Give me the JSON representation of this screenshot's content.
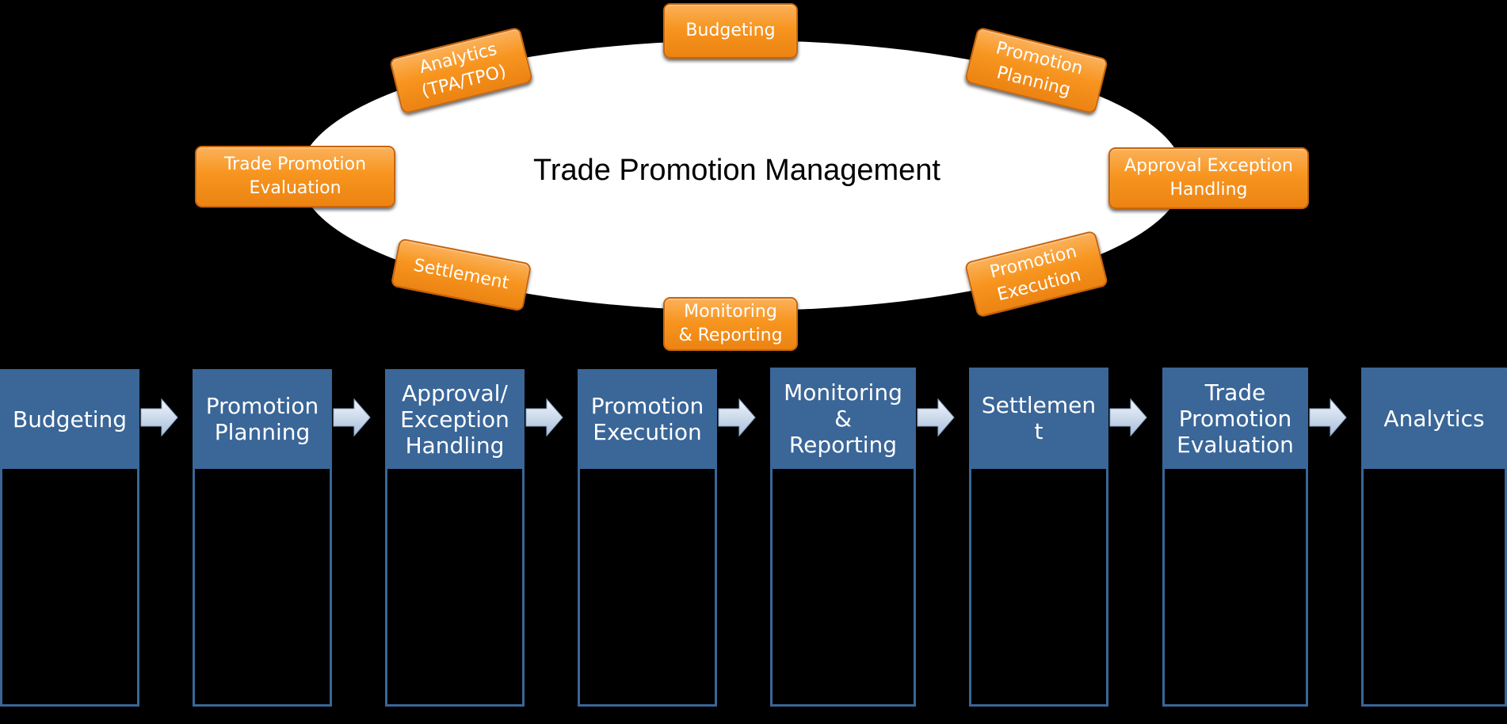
{
  "hub": {
    "title": "Trade Promotion Management"
  },
  "cycle": {
    "budgeting": [
      "Budgeting"
    ],
    "promotion_planning": [
      "Promotion",
      "Planning"
    ],
    "approval": [
      "Approval Exception",
      "Handling"
    ],
    "promotion_execution": [
      "Promotion",
      "Execution"
    ],
    "monitoring": [
      "Monitoring",
      "& Reporting"
    ],
    "settlement": [
      "Settlement"
    ],
    "evaluation": [
      "Trade Promotion",
      "Evaluation"
    ],
    "analytics": [
      "Analytics",
      "(TPA/TPO)"
    ]
  },
  "steps": [
    [
      "Budgeting"
    ],
    [
      "Promotion",
      "Planning"
    ],
    [
      "Approval/",
      "Exception",
      "Handling"
    ],
    [
      "Promotion",
      "Execution"
    ],
    [
      "Monitoring",
      "&",
      "Reporting"
    ],
    [
      "Settlemen",
      "t"
    ],
    [
      "Trade",
      "Promotion",
      "Evaluation"
    ],
    [
      "Analytics"
    ]
  ],
  "colors": {
    "pill_orange": "#f7951f",
    "step_blue": "#3a6698",
    "ellipse_white": "#ffffff",
    "background": "#000000"
  }
}
